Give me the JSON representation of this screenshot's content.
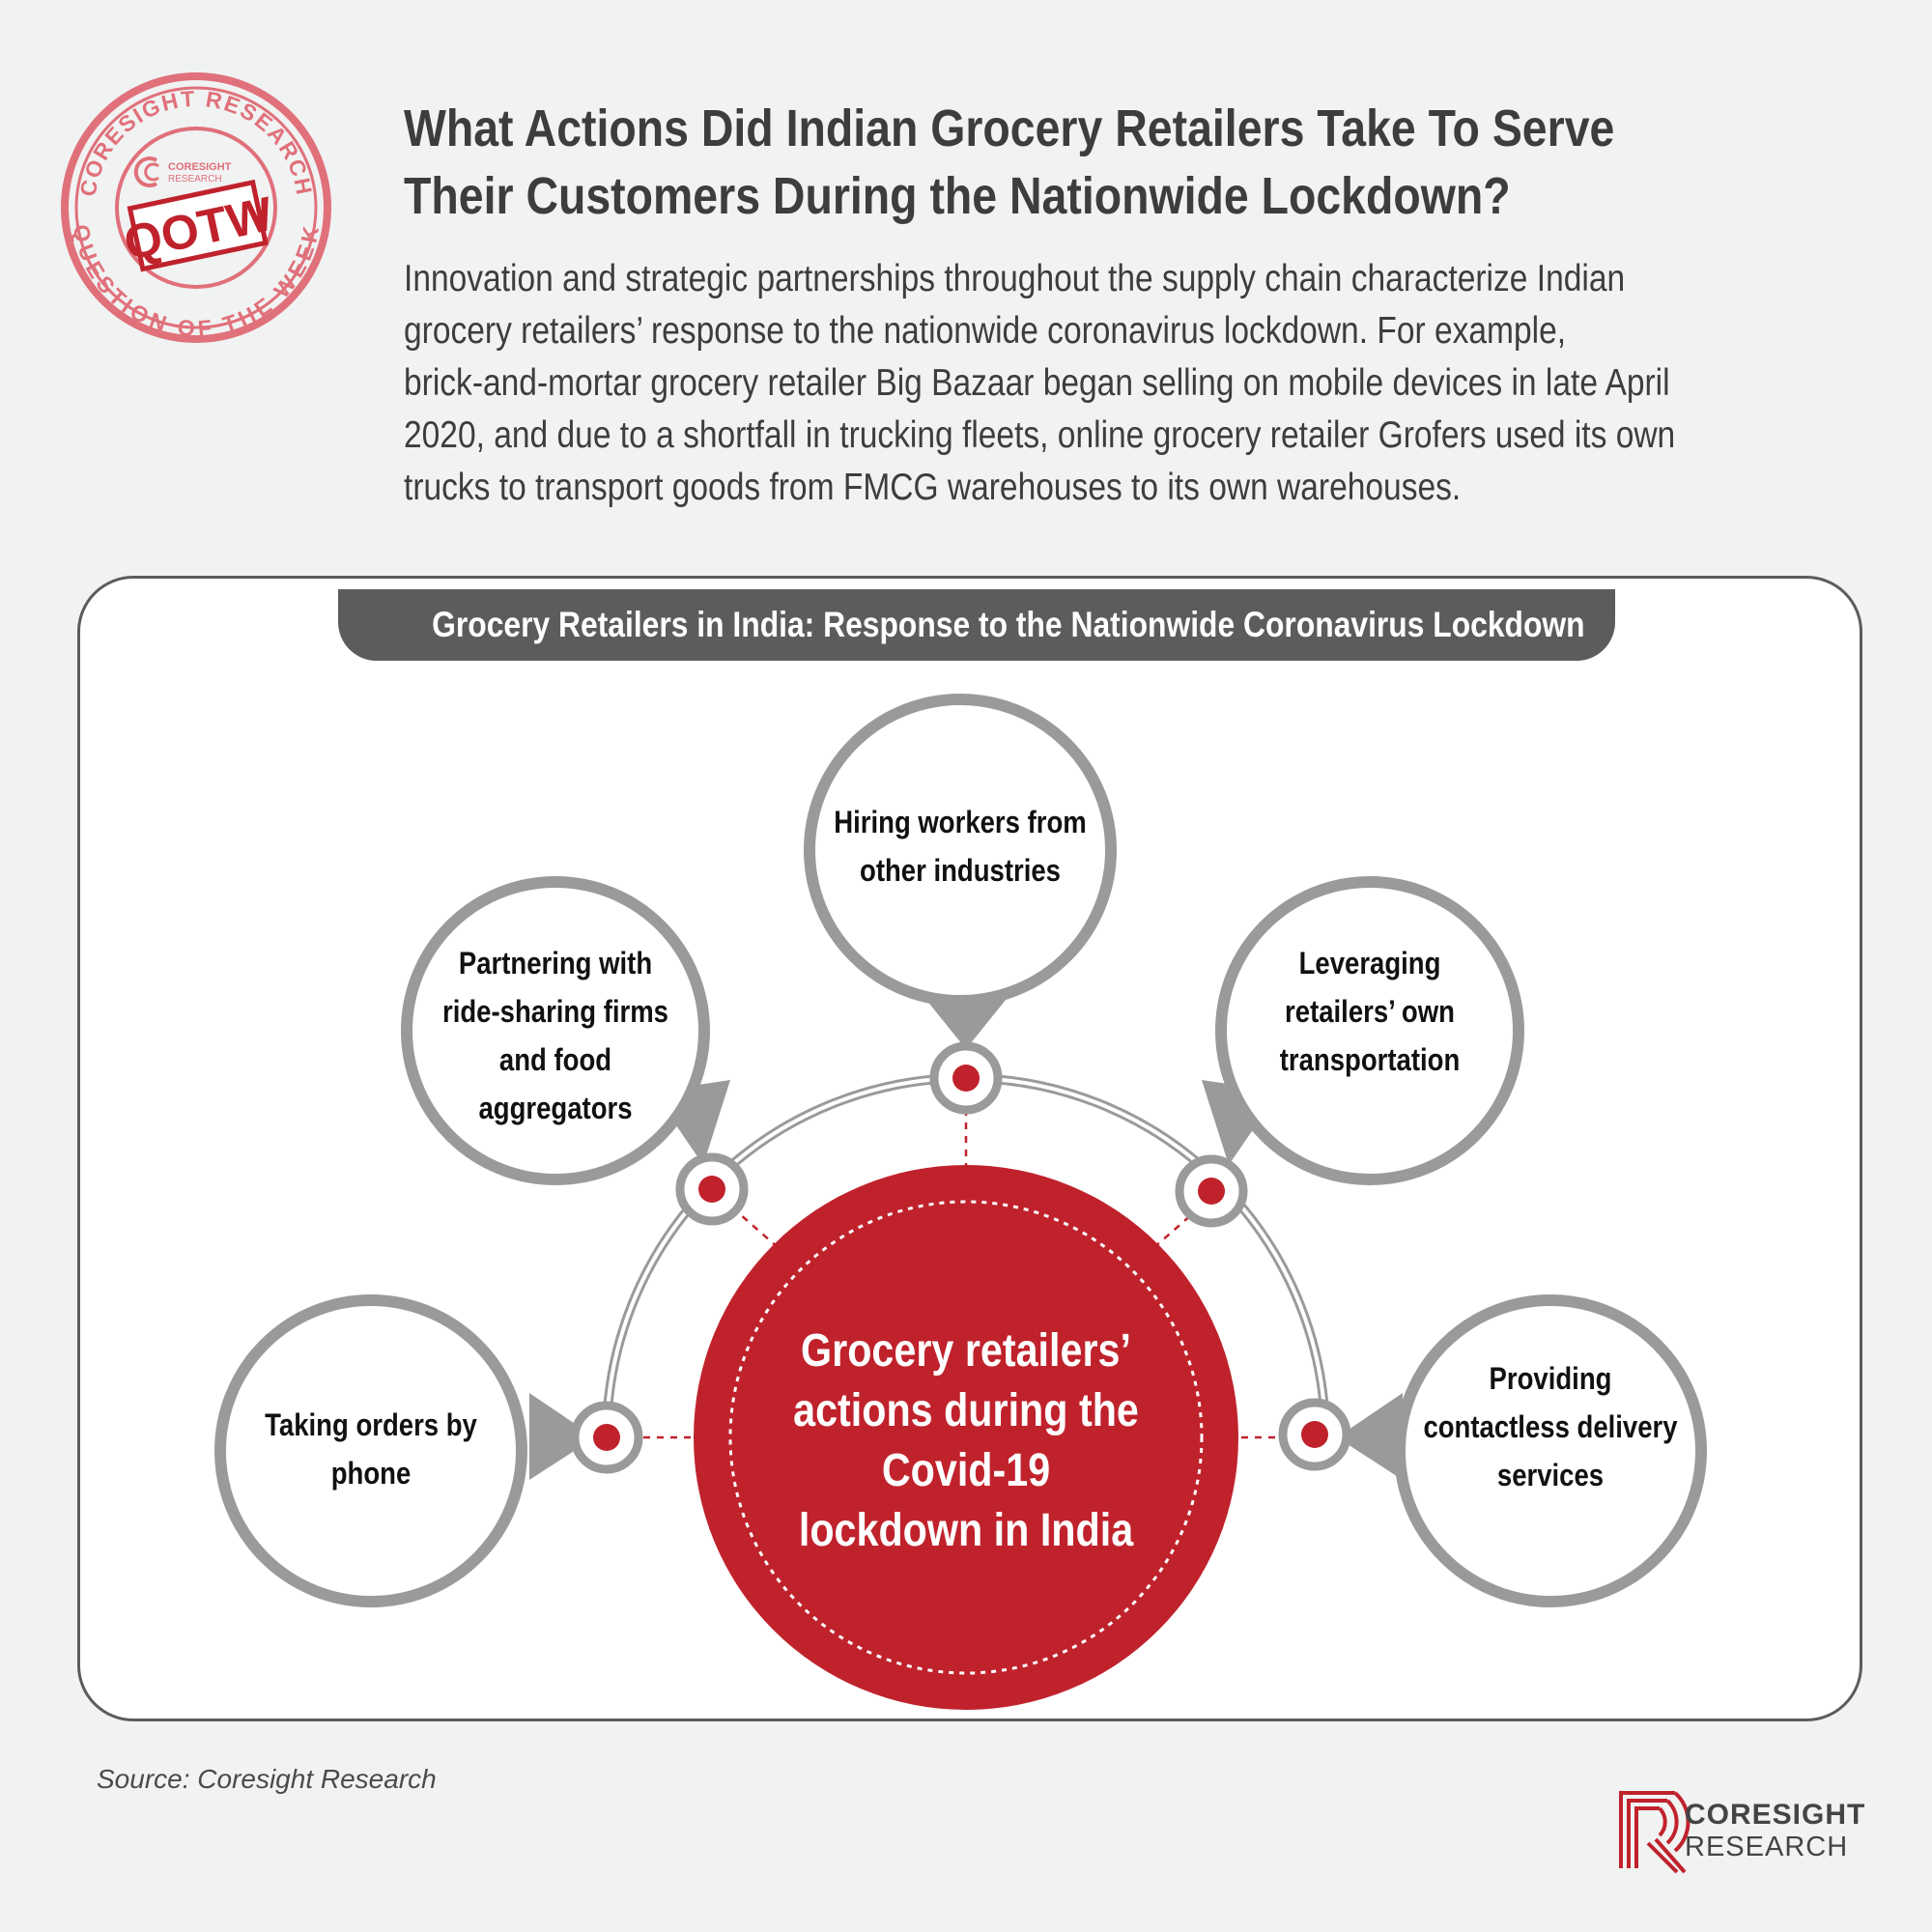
{
  "stamp": {
    "ring_top": "CORESIGHT RESEARCH",
    "ring_bottom": "QUESTION OF THE WEEK",
    "mini_brand_1": "CORESIGHT",
    "mini_brand_2": "RESEARCH",
    "label": "QOTW"
  },
  "heading": {
    "line1": "What Actions Did Indian Grocery Retailers Take To Serve",
    "line2": "Their Customers During the Nationwide Lockdown?"
  },
  "intro": {
    "line1": "Innovation and strategic partnerships throughout the supply chain characterize Indian",
    "line2": "grocery retailers’ response to the nationwide coronavirus lockdown. For example,",
    "line3": "brick-and-mortar grocery retailer Big Bazaar began selling on mobile devices in late April",
    "line4": "2020, and due to a shortfall in trucking fleets, online grocery retailer Grofers used its own",
    "line5": "trucks to transport goods from FMCG warehouses to its own warehouses."
  },
  "panel": {
    "title": "Grocery Retailers in India: Response to the Nationwide Coronavirus Lockdown"
  },
  "diagram": {
    "center": {
      "lines": [
        "Grocery retailers’",
        "actions during the",
        "Covid-19",
        "lockdown in India"
      ]
    },
    "nodes": [
      {
        "lines": [
          "Taking orders by",
          "phone"
        ]
      },
      {
        "lines": [
          "Partnering with",
          "ride-sharing firms",
          "and food",
          "aggregators"
        ]
      },
      {
        "lines": [
          "Hiring workers from",
          "other industries"
        ]
      },
      {
        "lines": [
          "Leveraging",
          "retailers’ own",
          "transportation"
        ]
      },
      {
        "lines": [
          "Providing",
          "contactless delivery",
          "services"
        ]
      }
    ]
  },
  "colors": {
    "accent_red": "#c0222c",
    "ring_gray": "#9a9a9a",
    "panel_gray": "#5c5c5c",
    "stamp_pink": "#e0707a"
  },
  "footer": {
    "source": "Source: Coresight Research",
    "brand_line1": "CORESIGHT",
    "brand_line2": "RESEARCH"
  }
}
